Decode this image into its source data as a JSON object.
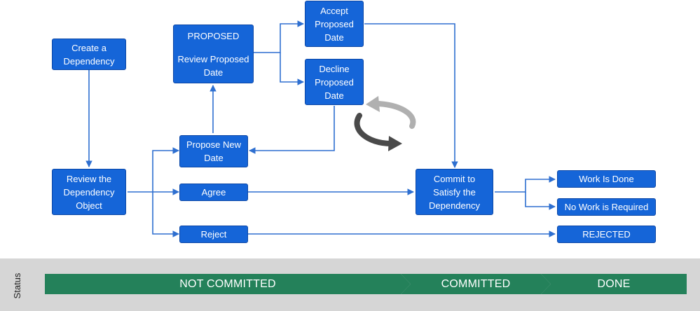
{
  "nodes": {
    "create": [
      "Create a",
      "Dependency"
    ],
    "review": [
      "Review the",
      "Dependency",
      "Object"
    ],
    "proposed_header": "PROPOSED",
    "proposed_body": [
      "Review Proposed",
      "Date"
    ],
    "propose_new": [
      "Propose New",
      "Date"
    ],
    "accept": [
      "Accept",
      "Proposed",
      "Date"
    ],
    "decline": [
      "Decline",
      "Proposed",
      "Date"
    ],
    "agree": "Agree",
    "reject": "Reject",
    "commit": [
      "Commit to",
      "Satisfy the",
      "Dependency"
    ],
    "work_done": "Work Is Done",
    "no_work": "No Work is Required",
    "rejected": "REJECTED"
  },
  "status": {
    "label": "Status",
    "stages": [
      "NOT COMMITTED",
      "COMMITTED",
      "DONE"
    ]
  },
  "colors": {
    "box_fill": "#1565d8",
    "box_border": "#0c47a6",
    "arrow": "#2e6fd0",
    "status_stage": "#24815a",
    "status_panel": "#d6d6d6",
    "cycle_icon_light": "#b0b0b0",
    "cycle_icon_dark": "#4a4a4a"
  },
  "icons": {
    "cycle": "circular-arrows-icon"
  }
}
